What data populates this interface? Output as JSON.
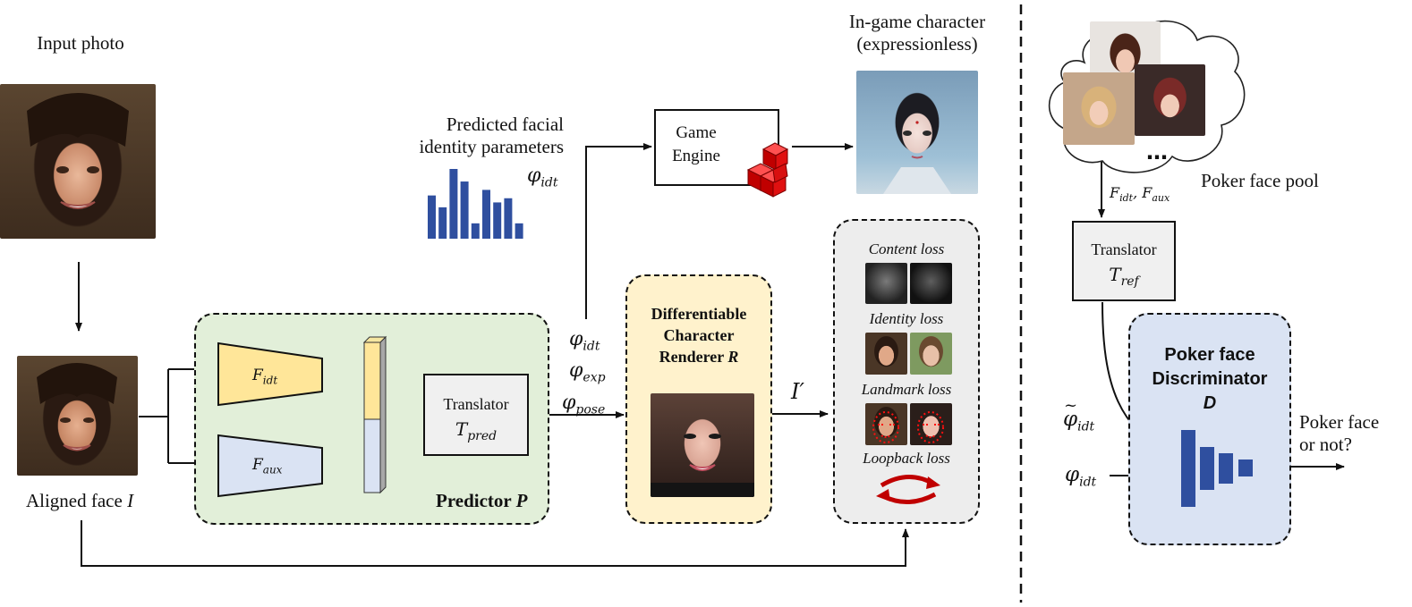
{
  "labels": {
    "input_photo": "Input photo",
    "aligned_face": "Aligned face",
    "aligned_face_sym": "I",
    "ingame_line1": "In-game character",
    "ingame_line2": "(expressionless)",
    "predicted_line1": "Predicted facial",
    "predicted_line2": "identity parameters",
    "phi_idt_main": "φ",
    "game_engine_line1": "Game",
    "game_engine_line2": "Engine",
    "translator": "Translator",
    "predictor": "Predictor",
    "predictor_sym": "P",
    "renderer_line1": "Differentiable",
    "renderer_line2": "Character",
    "renderer_line3": "Renderer",
    "renderer_sym": "R",
    "i_prime": "I′",
    "content_loss": "Content loss",
    "identity_loss": "Identity loss",
    "landmark_loss": "Landmark loss",
    "loopback_loss": "Loopback loss",
    "poker_pool": "Poker face pool",
    "ellipsis": "…",
    "disc_line1": "Poker face",
    "disc_line2": "Discriminator",
    "disc_sym": "D",
    "poker_out_line1": "Poker face",
    "poker_out_line2": "or not?",
    "f_idt": "F",
    "f_aux": "F"
  },
  "subscripts": {
    "idt": "idt",
    "aux": "aux",
    "exp": "exp",
    "pose": "pose",
    "pred": "pred",
    "ref": "ref"
  },
  "bar_chart": {
    "values": [
      0.62,
      0.45,
      1.0,
      0.82,
      0.22,
      0.7,
      0.52,
      0.58,
      0.22
    ],
    "color": "#2f4f9f"
  },
  "colors": {
    "predictor_bg": "#e2efd9",
    "renderer_bg": "#fff2cc",
    "loss_bg": "#ededed",
    "disc_bg": "#dae3f3",
    "f_idt_fill": "#ffe699",
    "f_aux_fill": "#dae3f3",
    "cube_red": "#e01010",
    "loop_red": "#c00000",
    "disc_blue": "#2f4f9f"
  }
}
